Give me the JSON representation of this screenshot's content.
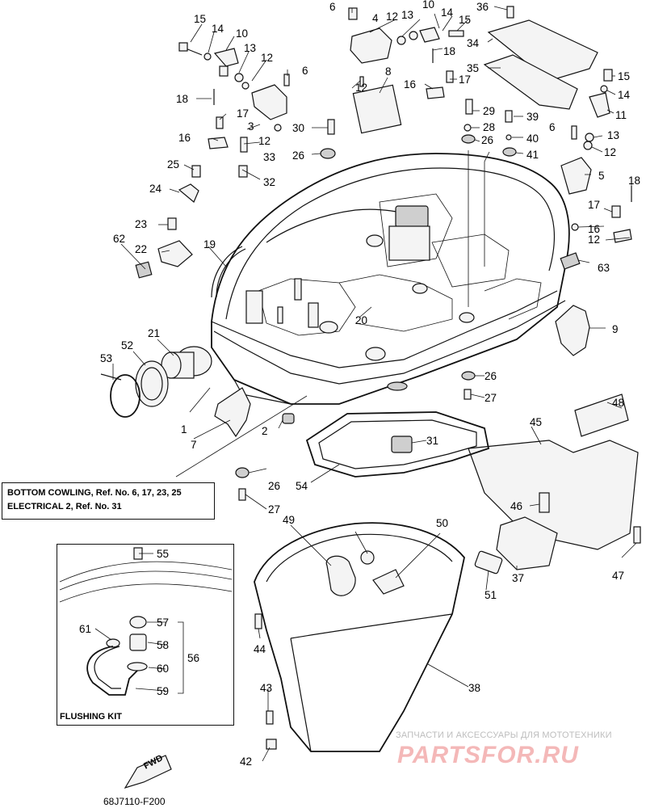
{
  "diagram": {
    "title_note_lines": [
      "BOTTOM COWLING, Ref. No. 6, 17, 23, 25",
      "ELECTRICAL 2,  Ref. No. 31"
    ],
    "flushing_kit_label": "FLUSHING KIT",
    "catalog_code": "68J7110-F200",
    "fwd_label": "FWD",
    "watermark": {
      "tagline": "ЗАПЧАСТИ И АКСЕССУАРЫ ДЛЯ МОТОТЕХНИКИ",
      "brand": "PARTSFOR.RU",
      "color": "#f4b8b8"
    },
    "callouts": [
      "1",
      "2",
      "3",
      "4",
      "5",
      "6",
      "7",
      "8",
      "9",
      "10",
      "11",
      "12",
      "13",
      "14",
      "15",
      "16",
      "17",
      "18",
      "19",
      "20",
      "21",
      "22",
      "23",
      "24",
      "25",
      "26",
      "27",
      "28",
      "29",
      "30",
      "31",
      "32",
      "33",
      "34",
      "35",
      "36",
      "37",
      "38",
      "39",
      "40",
      "41",
      "42",
      "43",
      "44",
      "45",
      "46",
      "47",
      "48",
      "49",
      "50",
      "51",
      "52",
      "53",
      "54",
      "55",
      "56",
      "57",
      "58",
      "59",
      "60",
      "61",
      "62",
      "63"
    ]
  }
}
